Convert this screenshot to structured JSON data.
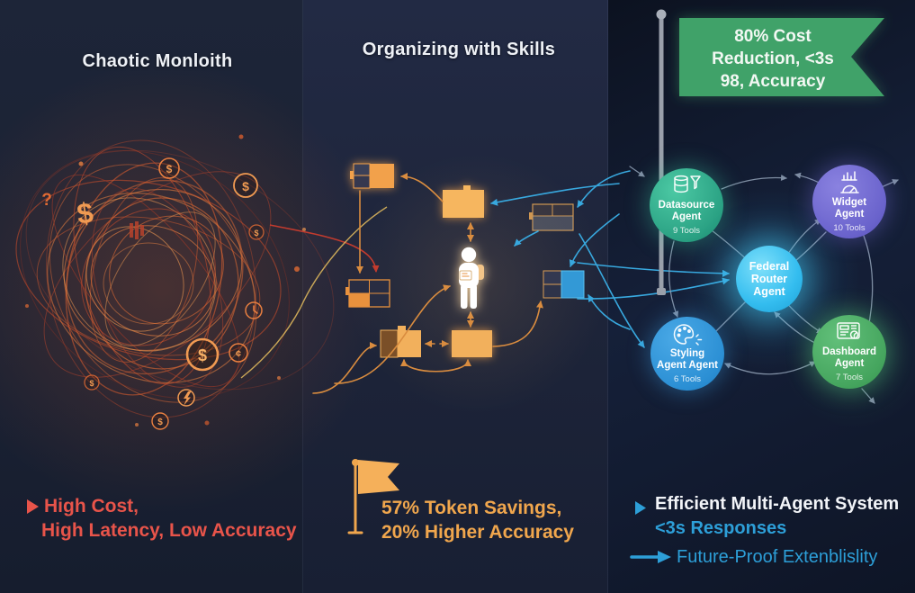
{
  "panels": {
    "left": {
      "title": "Chaotic Monloith",
      "caption": {
        "line1": "High Cost,",
        "line2": "High Latency, Low Accuracy"
      }
    },
    "middle": {
      "title": "Organizing with Skills",
      "caption": {
        "line1": "57% Token Savings,",
        "line2": "20% Higher Accuracy"
      }
    },
    "right": {
      "banner": {
        "line1": "80% Cost",
        "line2": "Reduction, <3s",
        "line3": "98, Accuracy"
      },
      "caption": {
        "headline": "Efficient Multi-Agent System",
        "subline": "<3s Responses",
        "extensibility": "Future-Proof Extenblislity"
      }
    }
  },
  "agents": [
    {
      "name": "Datasource Agent",
      "tools": "9 Tools",
      "icon": "database-funnel-icon",
      "color": "#2fb08e"
    },
    {
      "name": "Widget Agent",
      "tools": "10 Tools",
      "icon": "bars-gauge-icon",
      "color": "#6f68cf"
    },
    {
      "name": "Federal Router Agent",
      "tools": "",
      "icon": "",
      "color": "#35c4f0"
    },
    {
      "name": "Styling Agent Agent",
      "tools": "6 Tools",
      "icon": "palette-icon",
      "color": "#2e93d8"
    },
    {
      "name": "Dashboard Agent",
      "tools": "7 Tools",
      "icon": "dashboard-icon",
      "color": "#4cab63"
    }
  ],
  "chaos_icons": [
    {
      "name": "question-icon",
      "glyph": "?"
    },
    {
      "name": "dollar-icon",
      "glyph": "$"
    },
    {
      "name": "dollar-icon",
      "glyph": "$"
    },
    {
      "name": "dollar-icon",
      "glyph": "$"
    },
    {
      "name": "dollar-icon",
      "glyph": "$"
    },
    {
      "name": "cent-icon",
      "glyph": "¢"
    },
    {
      "name": "dollar-icon",
      "glyph": "$"
    },
    {
      "name": "dollar-icon",
      "glyph": "$"
    },
    {
      "name": "dollar-icon",
      "glyph": "$"
    }
  ],
  "colors": {
    "red_text": "#e8544a",
    "orange_text": "#f0a64d",
    "blue_text": "#2d9fd8",
    "banner_green": "#3fa269",
    "router_cyan": "#35c4f0",
    "box_orange": "#f2a14b"
  }
}
